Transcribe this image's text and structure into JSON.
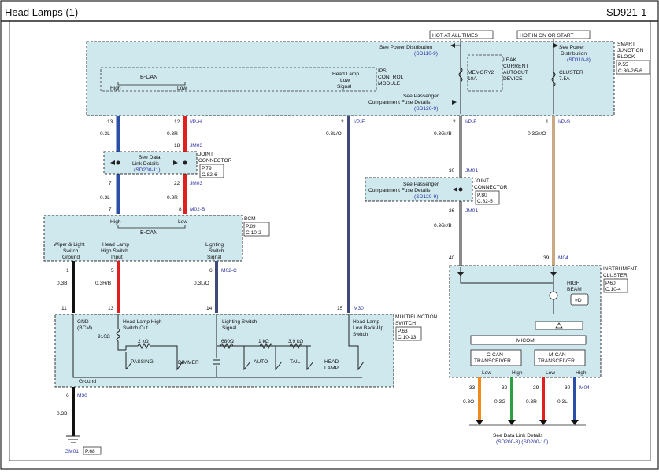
{
  "header": {
    "title": "Head Lamps (1)",
    "code": "SD921-1"
  },
  "tags": {
    "hot_all": "HOT AT ALL TIMES",
    "hot_on": "HOT IN ON OR START"
  },
  "sjb": {
    "name_lines": [
      "SMART",
      "JUNCTION",
      "BLOCK"
    ],
    "ref": [
      "P.55",
      "C.80-2/5/6"
    ],
    "power_left": [
      "See Power Distribution",
      "(SD110-9)"
    ],
    "power_right": [
      "See Power",
      "Distribution",
      "(SD110-8)"
    ],
    "leak": [
      "LEAK",
      "CURRENT",
      "AUTOCUT",
      "DEVICE"
    ],
    "fuse_memory": [
      "MEMORY2",
      "10A"
    ],
    "fuse_cluster": [
      "CLUSTER",
      "7.5A"
    ],
    "passenger": [
      "See Passenger",
      "Compartment Fuse Details",
      "(SD120-9)"
    ],
    "ips": [
      "IPS",
      "CONTROL",
      "MODULE"
    ],
    "bcan": "B-CAN",
    "high": "High",
    "low": "Low",
    "hl_signal": [
      "Head Lamp",
      "Low",
      "Signal"
    ]
  },
  "pins_top": {
    "p13": "13",
    "p12": "12",
    "ip_h": "I/P-H",
    "w_03l": "0.3L",
    "w_03r": "0.3R",
    "p18": "18",
    "jm03": "JM03",
    "p2": "2",
    "ip_e": "I/P-E",
    "w_03lo": "0.3L/O",
    "p2b": "2",
    "ip_f": "I/P-F",
    "p1": "1",
    "ip_g": "I/P-G",
    "w_03grb": "0.3Gr/B",
    "w_03gro": "0.3Gr/O"
  },
  "joint1": {
    "details": [
      "See Data",
      "Link Details",
      "(SD200-11)"
    ],
    "name": [
      "JOINT",
      "CONNECTOR"
    ],
    "ref": [
      "P.79",
      "C.82-6"
    ],
    "p7": "7",
    "p22": "22",
    "jm03": "JM03",
    "w_03l": "0.3L",
    "w_03r": "0.3R",
    "p7b": "7",
    "p8": "8",
    "m02b": "M02-B"
  },
  "joint2": {
    "p30": "30",
    "jm01": "JM01",
    "details": [
      "See Passenger",
      "Compartment Fuse Details",
      "(SD120-9)"
    ],
    "name": [
      "JOINT",
      "CONNECTOR"
    ],
    "ref": [
      "P.80",
      "C.82-5"
    ],
    "p26": "26",
    "jm01b": "JM01",
    "w_03grb": "0.3Gr/B"
  },
  "bcm": {
    "name": "BCM",
    "ref": [
      "P.89",
      "C.10-2"
    ],
    "high": "High",
    "low": "Low",
    "bcan": "B-CAN",
    "wiper": [
      "Wiper & Light",
      "Switch",
      "Ground"
    ],
    "hlhigh": [
      "Head Lamp",
      "High Switch",
      "Input"
    ],
    "light": [
      "Lighting",
      "Switch",
      "Signal"
    ],
    "p1": "1",
    "p5": "5",
    "p6": "6",
    "m02c": "M02-C",
    "w_03b": "0.3B",
    "w_03rb": "0.3R/B",
    "w_03lo": "0.3L/O"
  },
  "mfs": {
    "name": [
      "MULTIFUNCTION",
      "SWITCH"
    ],
    "ref": [
      "P.63",
      "C.10-13"
    ],
    "p11": "11",
    "p13": "13",
    "p14": "14",
    "p15": "15",
    "m30": "M30",
    "gnd": [
      "GND",
      "(BCM)"
    ],
    "hlhigh": [
      "Head Lamp High",
      "Switch Out"
    ],
    "lss": [
      "Lighting Switch",
      "Signal"
    ],
    "backup": [
      "Head Lamp",
      "Low Back-Up",
      "Switch"
    ],
    "r910": "910Ω",
    "r2k": "2 kΩ",
    "r680": "680Ω",
    "r1k": "1 kΩ",
    "r39k": "3.9 kΩ",
    "passing": "PASSING",
    "dimmer": "DIMMER",
    "auto": "AUTO",
    "tail": "TAIL",
    "headlamp": [
      "HEAD",
      "LAMP"
    ],
    "ground": "Ground"
  },
  "gnd": {
    "p6": "6",
    "m30": "M30",
    "w_03b": "0.3B",
    "gm01": "GM01",
    "ref": "P.68"
  },
  "cluster": {
    "p40": "40",
    "p39": "39",
    "m04": "M04",
    "name": [
      "INSTRUMENT",
      "CLUSTER"
    ],
    "ref": [
      "P.60",
      "C.10-4"
    ],
    "beam": [
      "HIGH",
      "BEAM"
    ],
    "micom": "MICOM",
    "ccan": [
      "C-CAN",
      "TRANSCEIVER"
    ],
    "mcan": [
      "M-CAN",
      "TRANSCEIVER"
    ],
    "low": "Low",
    "high": "High",
    "pins": [
      "33",
      "32",
      "29",
      "30"
    ],
    "m04b": "M04",
    "wires": [
      "0.3O",
      "0.3G",
      "0.3R",
      "0.3L"
    ],
    "footer": [
      "See Data Link Details",
      "(SD200-8) (SD200-10)"
    ]
  },
  "colors": {
    "blue": "#2b4ea8",
    "red": "#e0201e",
    "navy": "#3f4a7a",
    "tan": "#c8a982",
    "grey": "#8a8a8a",
    "orange": "#f08a1c",
    "green": "#2e9e3e",
    "block": "#cfe8ee"
  }
}
